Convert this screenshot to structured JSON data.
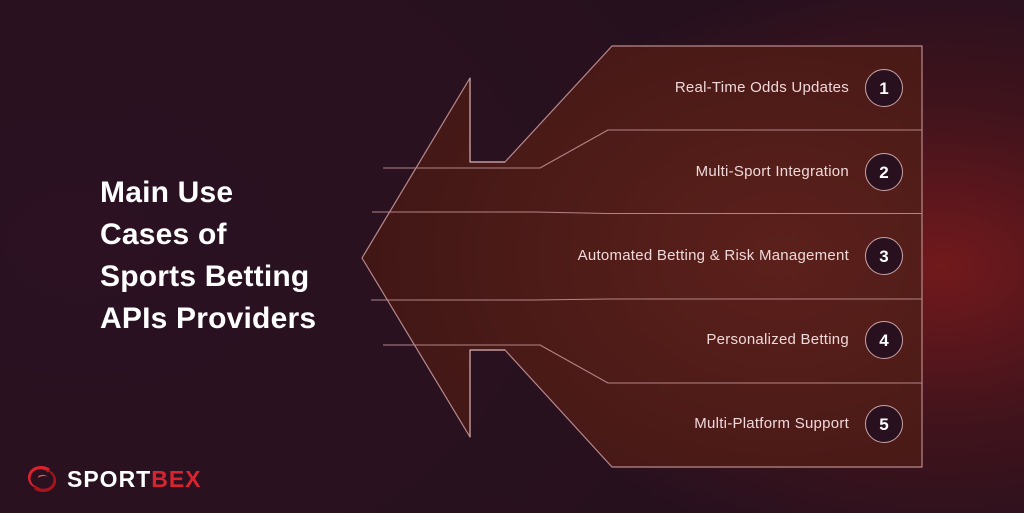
{
  "page": {
    "background_color": "#2a1121",
    "accent_color": "#d9232e",
    "panel_fill": "#4a1a18",
    "line_color": "#c9a3a6",
    "text_color": "#f0d9da",
    "title_color": "#ffffff"
  },
  "title": {
    "full": "Main Use Cases of Sports Betting APIs Providers",
    "lines": [
      "Main Use",
      "Cases of",
      "Sports Betting",
      "APIs Providers"
    ]
  },
  "arrow": {
    "direction": "left",
    "label": "chevron-arrow-pointing-left"
  },
  "list": {
    "count": 5,
    "items": [
      {
        "number": "1",
        "label": "Real-Time Odds Updates"
      },
      {
        "number": "2",
        "label": "Multi-Sport Integration"
      },
      {
        "number": "3",
        "label": "Automated Betting & Risk Management"
      },
      {
        "number": "4",
        "label": "Personalized Betting"
      },
      {
        "number": "5",
        "label": "Multi-Platform Support"
      }
    ]
  },
  "logo": {
    "mark": "swoosh-circle-icon",
    "text_primary": "SPORT",
    "text_accent": "BEX",
    "full_text": "SPORTBEX"
  }
}
